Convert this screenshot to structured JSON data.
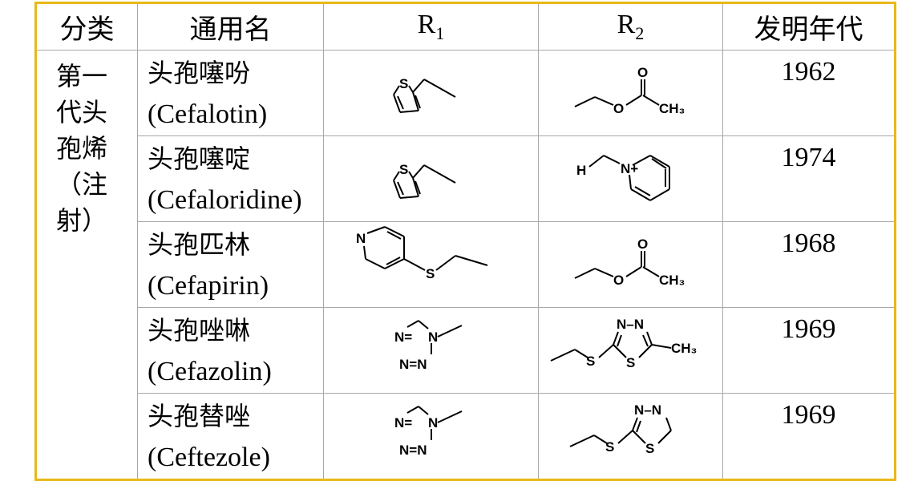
{
  "headers": {
    "category": "分类",
    "generic_name": "通用名",
    "r1": "R",
    "r1_sub": "1",
    "r2": "R",
    "r2_sub": "2",
    "year": "发明年代"
  },
  "category_label": "第一代头孢烯（注射）",
  "category_lines": [
    "第一",
    "代头",
    "孢烯",
    "（注",
    "射）"
  ],
  "rows": [
    {
      "name_cn": "头孢噻吩",
      "name_en": "(Cefalotin)",
      "r1": "thiophen-2-yl-methyl",
      "r2": "acetoxy-methyl (CH3)",
      "year": "1962"
    },
    {
      "name_cn": "头孢噻啶",
      "name_en": "(Cefaloridine)",
      "r1": "thiophen-2-yl-methyl",
      "r2": "pyridinium-methyl (H)",
      "year": "1974"
    },
    {
      "name_cn": "头孢匹林",
      "name_en": "(Cefapirin)",
      "r1": "pyridin-4-yl-thio-methyl",
      "r2": "acetoxy-methyl (CH3)",
      "year": "1968"
    },
    {
      "name_cn": "头孢唑啉",
      "name_en": "(Cefazolin)",
      "r1": "tetrazol-1-yl-methyl",
      "r2": "methyl-thiadiazolyl-thio-methyl (CH3)",
      "year": "1969"
    },
    {
      "name_cn": "头孢替唑",
      "name_en": "(Ceftezole)",
      "r1": "tetrazol-1-yl-methyl",
      "r2": "thiadiazolyl-thio-methyl",
      "year": "1969"
    }
  ],
  "atoms": {
    "S": "S",
    "O": "O",
    "N": "N",
    "H": "H",
    "N_plus": "N+",
    "CH3": "CH₃",
    "NN": "N–N",
    "NeqN": "N=N",
    "N_eq": "N="
  }
}
